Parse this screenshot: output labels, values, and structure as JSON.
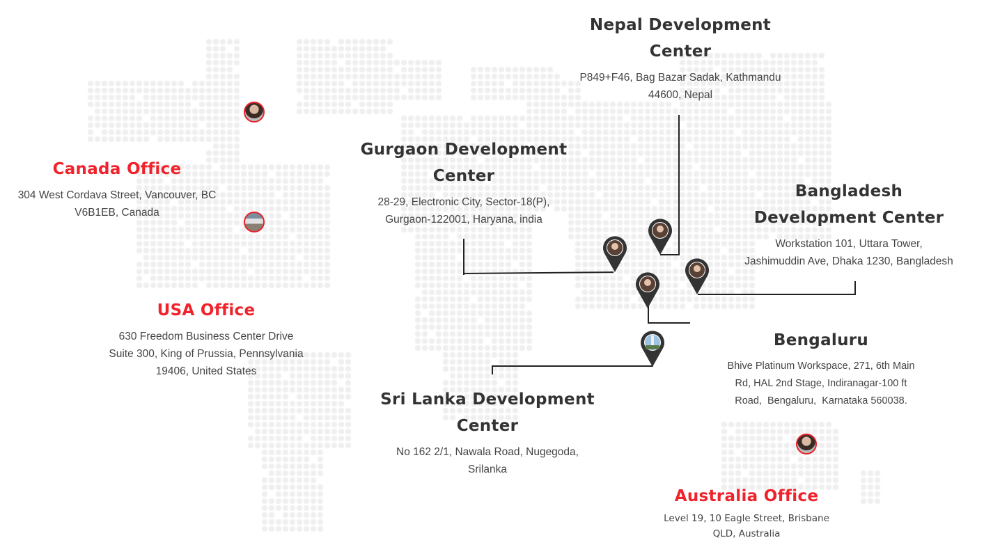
{
  "offices": [
    {
      "id": "canada",
      "title": "Canada Office",
      "address": [
        "304 West Cordava Street, Vancouver, BC",
        "V6B1EB, Canada"
      ],
      "highlight": true
    },
    {
      "id": "usa",
      "title": "USA Office",
      "address": [
        "630 Freedom Business Center Drive",
        "Suite 300, King of Prussia, Pennsylvania",
        "19406, United States"
      ],
      "highlight": true
    },
    {
      "id": "gurgaon",
      "title": [
        "Gurgaon Development",
        "Center"
      ],
      "address": [
        "28-29, Electronic City, Sector-18(P),",
        "Gurgaon-122001, Haryana, india"
      ],
      "highlight": false
    },
    {
      "id": "nepal",
      "title": [
        "Nepal Development",
        "Center"
      ],
      "address": [
        "P849+F46, Bag Bazar Sadak, Kathmandu",
        "44600, Nepal"
      ],
      "highlight": false
    },
    {
      "id": "bangladesh",
      "title": [
        "Bangladesh",
        "Development Center"
      ],
      "address": [
        "Workstation 101, Uttara Tower,",
        "Jashimuddin Ave, Dhaka 1230, Bangladesh"
      ],
      "highlight": false
    },
    {
      "id": "bengaluru",
      "title": "Bengaluru",
      "address": [
        "Bhive Platinum Workspace, 271, 6th Main",
        "Rd, HAL 2nd Stage, Indiranagar-100 ft",
        "Road,  Bengaluru,  Karnataka 560038."
      ],
      "highlight": false
    },
    {
      "id": "srilanka",
      "title": [
        "Sri Lanka Development",
        "Center"
      ],
      "address": [
        "No 162 2/1, Nawala Road, Nugegoda,",
        "Srilanka"
      ],
      "highlight": false
    },
    {
      "id": "australia",
      "title": "Australia Office",
      "address": [
        "Level 19, 10 Eagle Street, Brisbane",
        "QLD, Australia"
      ],
      "highlight": true
    }
  ],
  "colors": {
    "accent": "#f0222b",
    "heading": "#333333",
    "text": "#444444",
    "dot": "#efefef",
    "pin": "#333333"
  }
}
